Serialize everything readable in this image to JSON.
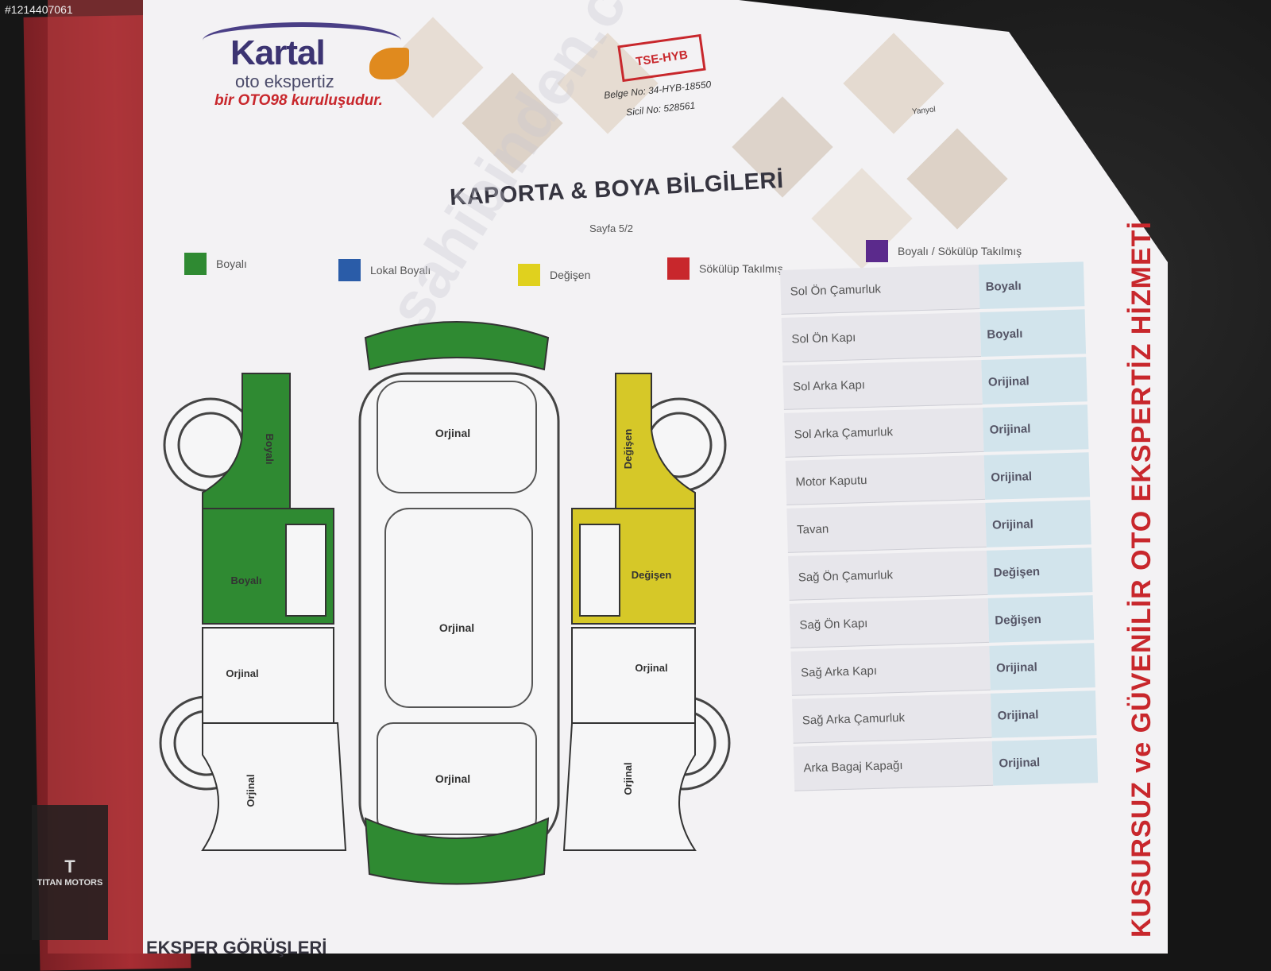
{
  "stock_id": "#1214407061",
  "logo": {
    "brand": "Kartal",
    "sub": "oto ekspertiz",
    "tagline": "bir OTO98 kuruluşudur."
  },
  "cert": {
    "badge": "TSE-HYB",
    "belge": "Belge No: 34-HYB-18550",
    "sicil": "Sicil No: 528561",
    "yanyol": "Yanyol"
  },
  "title": "KAPORTA & BOYA BİLGİLERİ",
  "page": "Sayfa 5/2",
  "legend": [
    {
      "label": "Boyalı",
      "color": "#2f8a32"
    },
    {
      "label": "Lokal Boyalı",
      "color": "#2a5ca8"
    },
    {
      "label": "Değişen",
      "color": "#e0d11e"
    },
    {
      "label": "Sökülüp Takılmış",
      "color": "#c8272c"
    },
    {
      "label": "Boyalı / Sökülüp Takılmış",
      "color": "#5b2a8c"
    }
  ],
  "parts": [
    {
      "name": "Sol Ön Çamurluk",
      "status": "Boyalı"
    },
    {
      "name": "Sol Ön Kapı",
      "status": "Boyalı"
    },
    {
      "name": "Sol Arka Kapı",
      "status": "Orijinal"
    },
    {
      "name": "Sol Arka Çamurluk",
      "status": "Orijinal"
    },
    {
      "name": "Motor Kaputu",
      "status": "Orijinal"
    },
    {
      "name": "Tavan",
      "status": "Orijinal"
    },
    {
      "name": "Sağ Ön Çamurluk",
      "status": "Değişen"
    },
    {
      "name": "Sağ Ön Kapı",
      "status": "Değişen"
    },
    {
      "name": "Sağ Arka Kapı",
      "status": "Orijinal"
    },
    {
      "name": "Sağ Arka Çamurluk",
      "status": "Orijinal"
    },
    {
      "name": "Arka Bagaj Kapağı",
      "status": "Orijinal"
    }
  ],
  "diagram_labels": {
    "hood": "Orjinal",
    "roof": "Orjinal",
    "trunk": "Orjinal",
    "left_front_fender": "Boyalı",
    "left_front_door": "Boyalı",
    "left_rear_door": "Orjinal",
    "left_rear_fender": "Orjinal",
    "right_front_fender": "Değişen",
    "right_front_door": "Değişen",
    "right_rear_door": "Orjinal",
    "right_rear_fender": "Orjinal"
  },
  "side_banner": "KUSURSUZ ve GÜVENİLİR OTO EKSPERTİZ HİZMETİ",
  "footer_heading": "EKSPER GÖRÜŞLERİ",
  "watermark": "sahibinden.com",
  "corner_logo": {
    "mark": "T",
    "text": "TITAN MOTORS"
  },
  "colors": {
    "painted": "#2f8a32",
    "changed": "#d6c828",
    "accent_red": "#c8272c",
    "brand_purple": "#3c3472"
  }
}
